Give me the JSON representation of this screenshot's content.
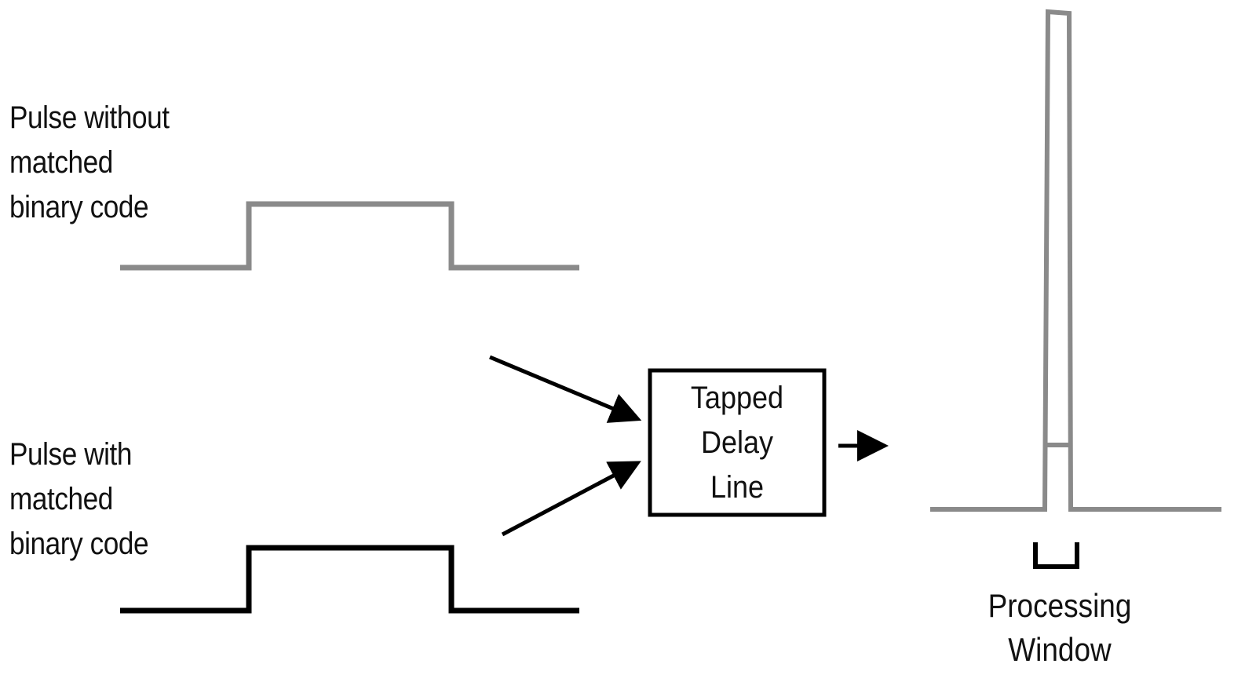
{
  "diagram": {
    "labels": {
      "pulse_without": [
        "Pulse without",
        "matched",
        "binary code"
      ],
      "pulse_with": [
        "Pulse with",
        "matched",
        "binary code"
      ],
      "delay_box": [
        "Tapped",
        "Delay",
        "Line"
      ],
      "processing_window": [
        "Processing",
        "Window"
      ]
    },
    "colors": {
      "unmatched_pulse": "#8a8a8a",
      "matched_pulse": "#000000",
      "output": "#8a8a8a",
      "arrows": "#000000",
      "box_border": "#000000"
    },
    "nodes": [
      {
        "id": "pulse_without",
        "type": "waveform",
        "description": "rectangular pulse, gray"
      },
      {
        "id": "pulse_with",
        "type": "waveform",
        "description": "rectangular pulse, black"
      },
      {
        "id": "tapped_delay_line",
        "type": "box"
      },
      {
        "id": "compressed_output",
        "type": "waveform",
        "description": "tall narrow compressed pulse with small uncompressed pulse"
      },
      {
        "id": "processing_window",
        "type": "bracket"
      }
    ],
    "edges": [
      {
        "from": "pulse_without",
        "to": "tapped_delay_line"
      },
      {
        "from": "pulse_with",
        "to": "tapped_delay_line"
      },
      {
        "from": "tapped_delay_line",
        "to": "compressed_output"
      }
    ]
  }
}
